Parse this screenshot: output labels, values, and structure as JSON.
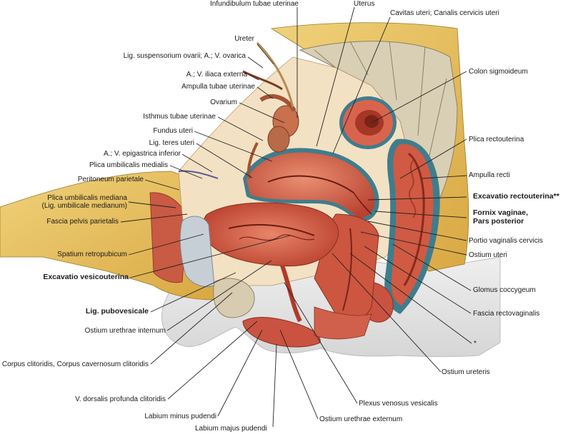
{
  "labels": {
    "infundibulum": "Infundibulum tubae uterinae",
    "uterus": "Uterus",
    "cavitas": "Cavitas uteri; Canalis cervicis uteri",
    "ureter": "Ureter",
    "lig_suspensorium": "Lig. suspensorium ovarii; A.; V. ovarica",
    "iliaca_externa": "A.; V. iliaca externa",
    "ampulla_tubae": "Ampulla tubae uterinae",
    "colon": "Colon sigmoideum",
    "ovarium": "Ovarium",
    "isthmus": "Isthmus tubae uterinae",
    "fundus": "Fundus uteri",
    "plica_rectouterina": "Plica rectouterina",
    "lig_teres": "Lig. teres uteri",
    "epigastrica": "A.; V. epigastrica inferior",
    "plica_umb_medialis": "Plica umbilicalis medialis",
    "ampulla_recti": "Ampulla recti",
    "peritoneum": "Peritoneum parietale",
    "excavatio_recto": "Excavatio rectouterina**",
    "plica_umb_mediana_1": "Plica umbilicalis mediana",
    "plica_umb_mediana_2": "(Lig. umbilicale medianum)",
    "fornix_1": "Fornix vaginae,",
    "fornix_2": "Pars posterior",
    "fascia_pelvis": "Fascia pelvis parietalis",
    "portio": "Portio vaginalis cervicis",
    "spatium": "Spatium retropubicum",
    "ostium_uteri": "Ostium uteri",
    "excavatio_vesico": "Excavatio vesicouterina",
    "glomus": "Glomus coccygeum",
    "lig_pubovesicale": "Lig. pubovesicale",
    "fascia_recto": "Fascia rectovaginalis",
    "ostium_urethrae_int": "Ostium urethrae internum",
    "asterisk": "*",
    "corpus_clitoridis": "Corpus clitoridis, Corpus cavernosum clitoridis",
    "ostium_ureteris": "Ostium ureteris",
    "v_dorsalis": "V. dorsalis profunda clitoridis",
    "plexus": "Plexus venosus vesicalis",
    "labium_minus": "Labium minus pudendi",
    "ostium_urethrae_ext": "Ostium urethrae externum",
    "labium_majus": "Labium majus pudendi"
  },
  "colors": {
    "skin": "#e8e8e8",
    "fat": "#e8c15a",
    "muscle": "#c8503c",
    "uterus": "#d9644e",
    "bone": "#d8ccb0",
    "bladder_cavity": "#c7cfd6",
    "peritoneum": "#3f7d8c",
    "leader": "#222222"
  }
}
